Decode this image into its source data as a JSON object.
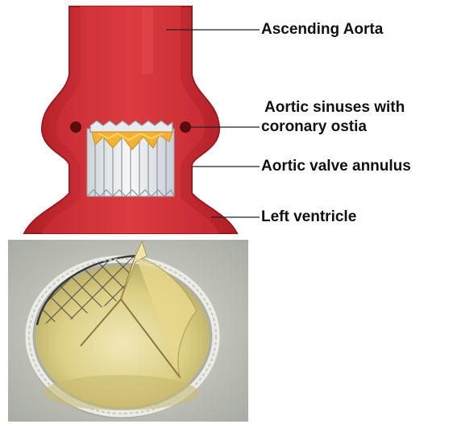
{
  "labels": {
    "ascending_aorta": "Ascending Aorta",
    "sinuses_line1": "Aortic sinuses with",
    "sinuses_line2": "coronary ostia",
    "valve_annulus": "Aortic valve annulus",
    "left_ventricle": "Left ventricle"
  },
  "colors": {
    "aorta_wall": "#b8242a",
    "aorta_lumen": "#d8363c",
    "aorta_highlight": "#e8585a",
    "stent_frame": "#e9ecef",
    "valve_leaflets": "#f2b233",
    "ostia": "#5a0d0d"
  },
  "icons": [
    "aorta-illustration",
    "stent-valve-illustration",
    "prosthetic-valve-photo"
  ]
}
